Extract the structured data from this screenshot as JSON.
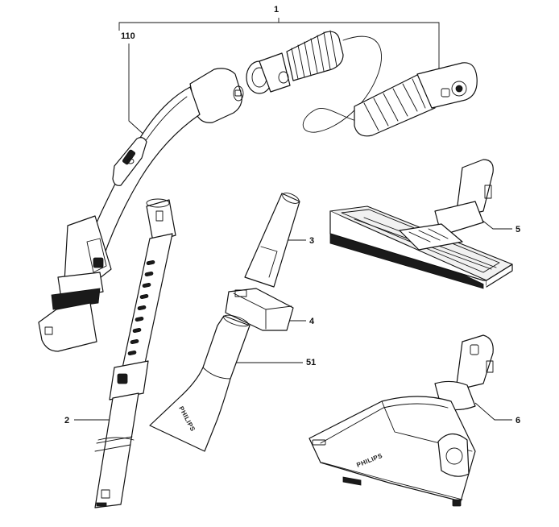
{
  "diagram": {
    "labels": {
      "hose_assembly": "1",
      "curved_handle": "110",
      "telescopic_tube": "2",
      "crevice_tool": "3",
      "clip": "4",
      "wide_nozzle": "51",
      "parquet_nozzle": "5",
      "floor_nozzle": "6"
    },
    "brand_marks": {
      "wide_nozzle": "PHILIPS",
      "floor_nozzle": "PHILIPS"
    },
    "colors": {
      "line": "#111111",
      "background": "#ffffff",
      "accent_dark": "#1a1a1a"
    }
  }
}
